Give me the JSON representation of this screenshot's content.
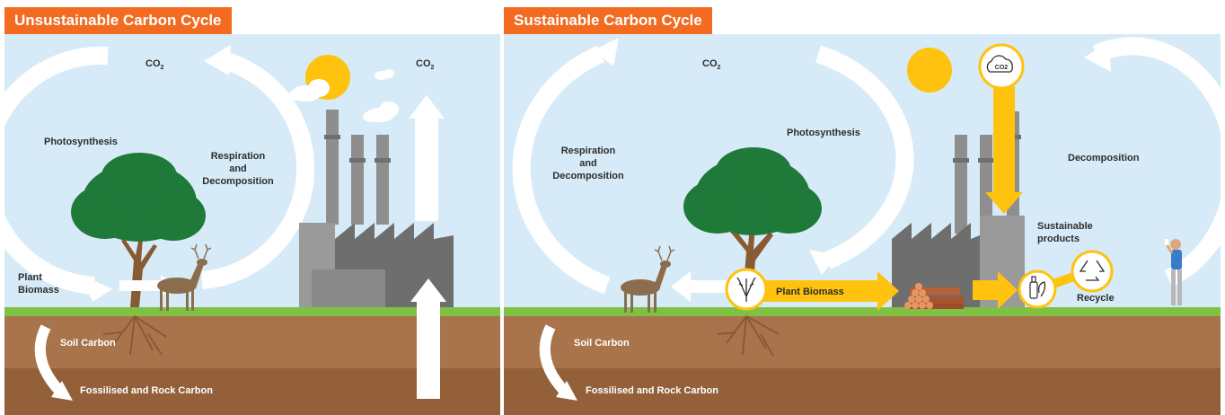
{
  "unsustainable": {
    "title": "Unsustainable Carbon Cycle",
    "co2_left": "CO",
    "co2_right": "CO",
    "co2_sub": "2",
    "photosynthesis": "Photosynthesis",
    "respiration": "Respiration\nand\nDecomposition",
    "plant_biomass": "Plant\nBiomass",
    "soil_carbon": "Soil Carbon",
    "fossil_carbon": "Fossilised and Rock Carbon"
  },
  "sustainable": {
    "title": "Sustainable Carbon Cycle",
    "co2": "CO",
    "co2_sub": "2",
    "co2_icon_text": "CO2",
    "photosynthesis": "Photosynthesis",
    "respiration": "Respiration\nand\nDecomposition",
    "decomposition": "Decomposition",
    "plant_biomass": "Plant Biomass",
    "sustainable_products": "Sustainable\nproducts",
    "recycle": "Recycle",
    "soil_carbon": "Soil Carbon",
    "fossil_carbon": "Fossilised and Rock Carbon"
  },
  "colors": {
    "sky": "#d6ebf7",
    "grass": "#7fc142",
    "soil": "#a9744b",
    "deep_soil": "#93603a",
    "accent": "#f26b21",
    "yellow": "#ffc20e",
    "tree": "#1f7a3a",
    "factory": "#8e8e8e"
  }
}
